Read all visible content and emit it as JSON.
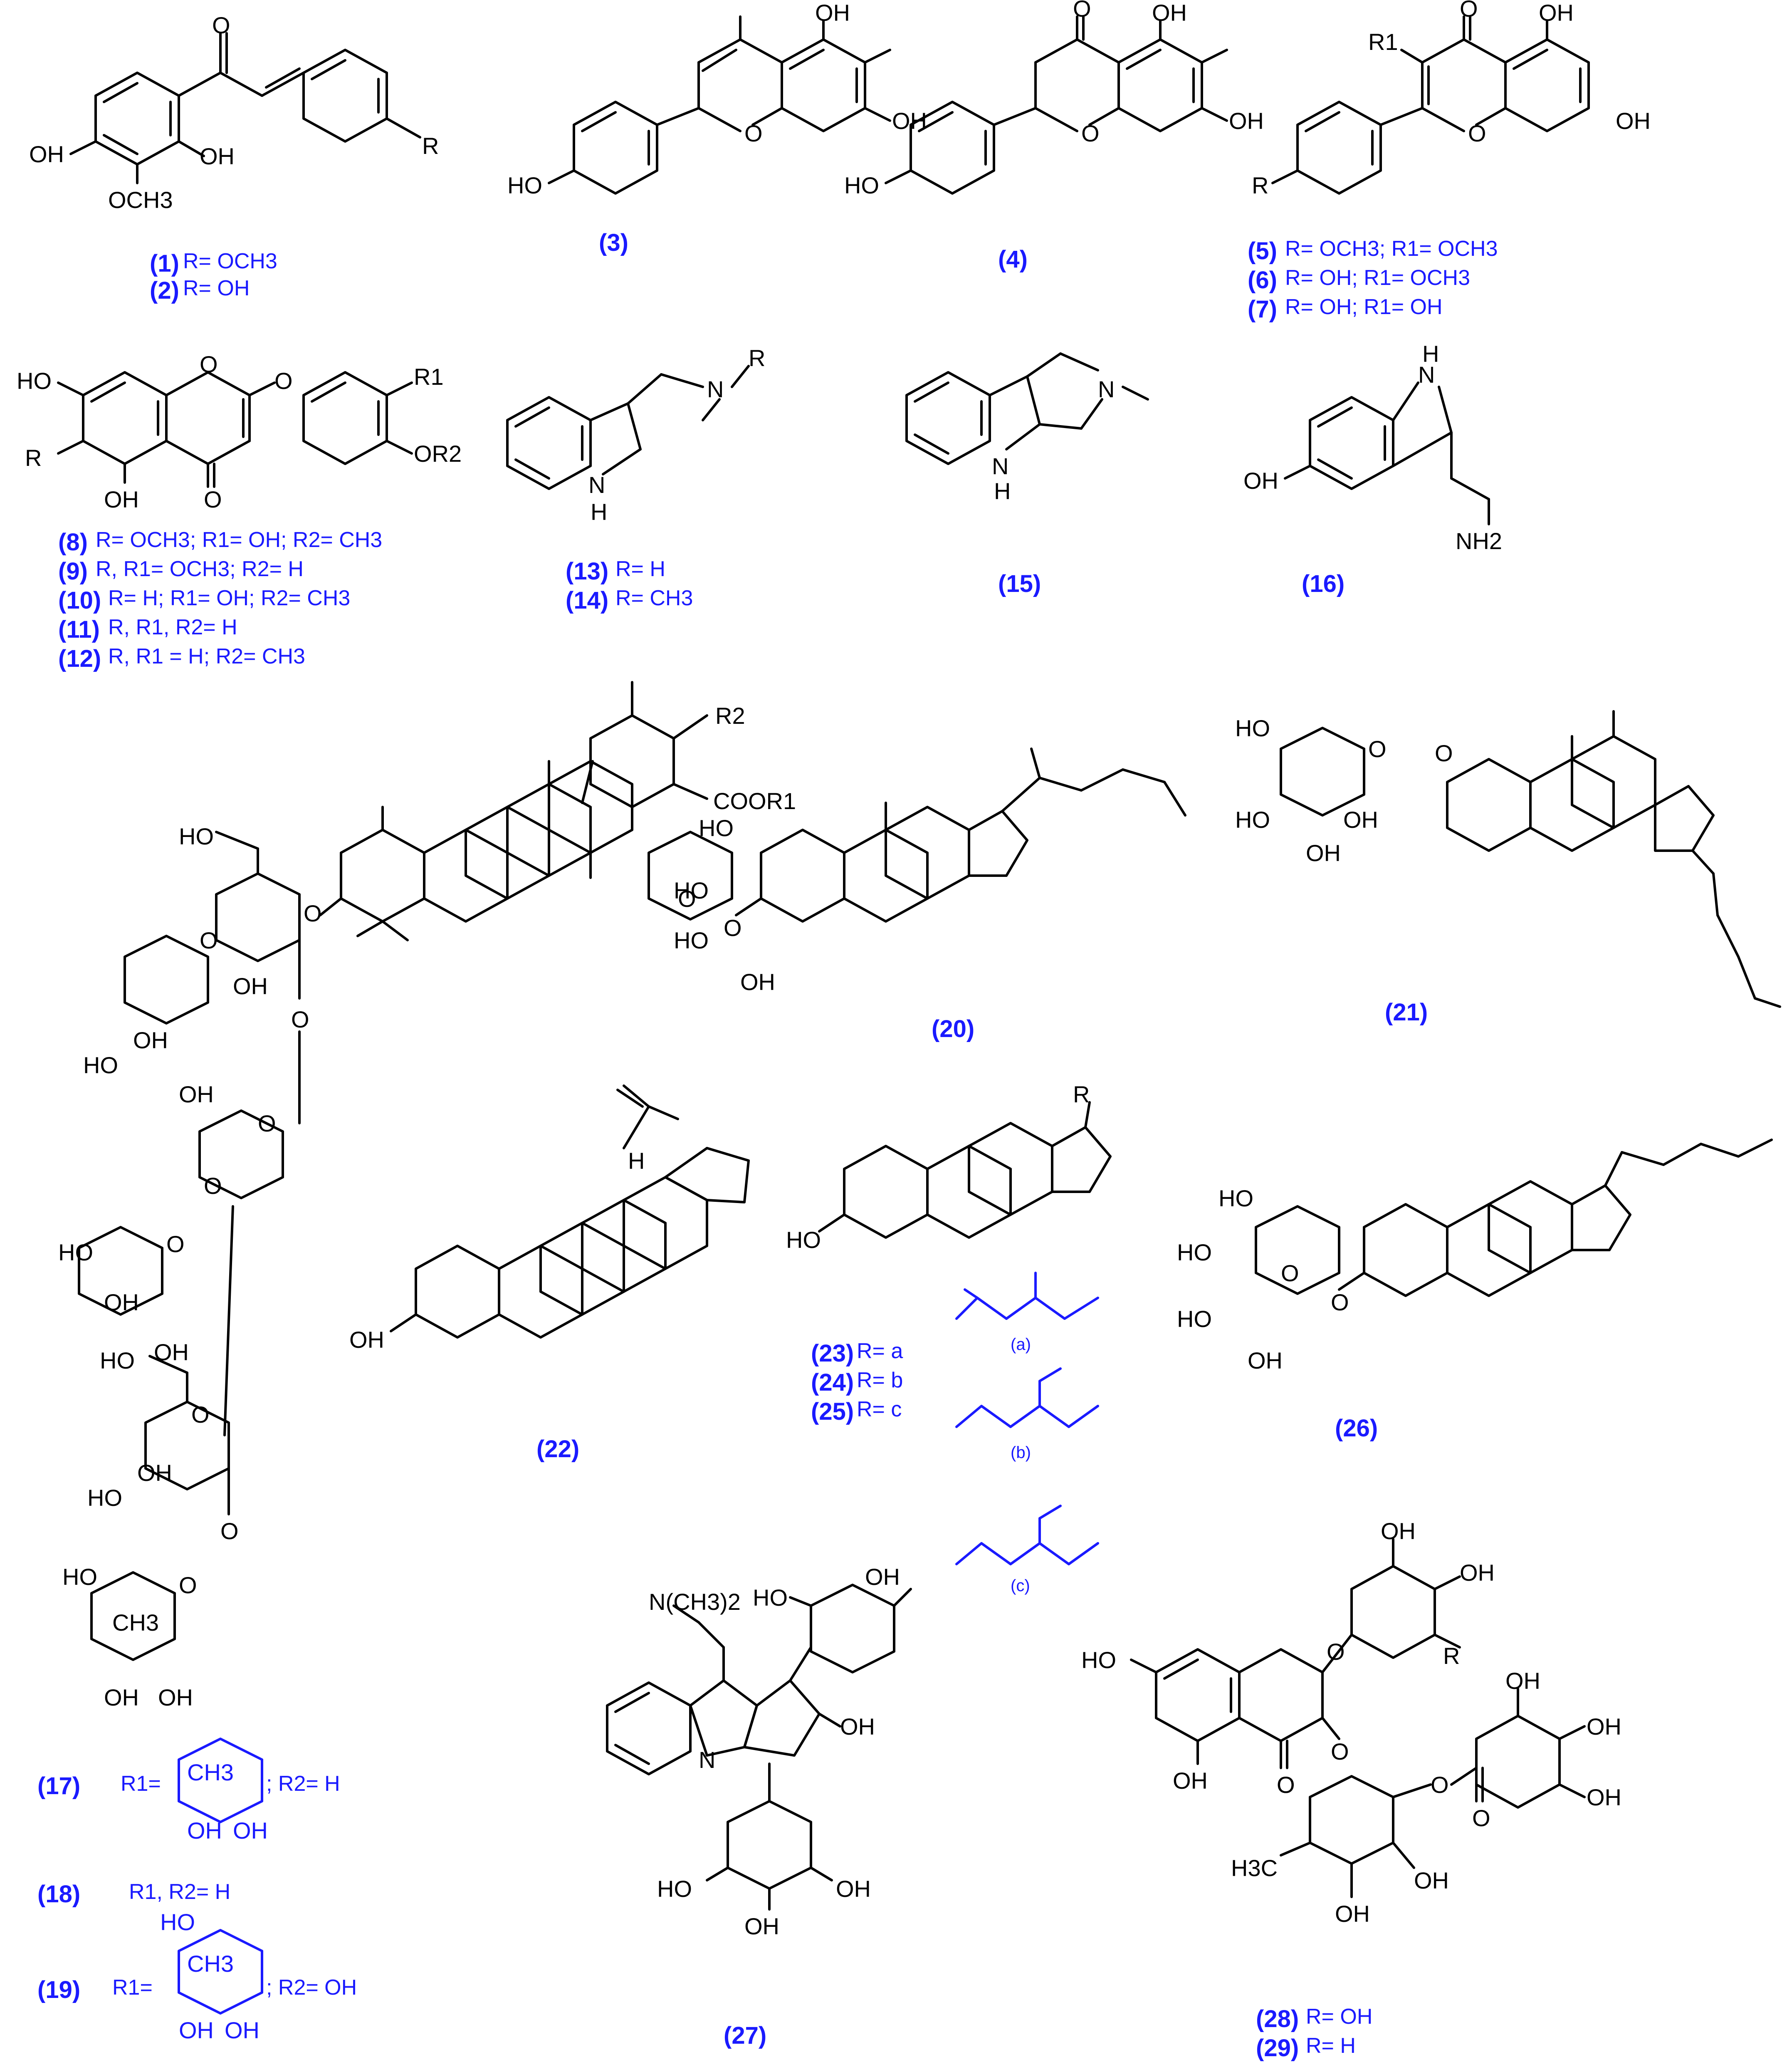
{
  "compounds": {
    "c1": {
      "id": "(1)",
      "sub": "R= OCH3",
      "grp": "OCH3",
      "R": "R",
      "OH1": "OH",
      "OH2": "OH"
    },
    "c2": {
      "id": "(2)",
      "sub": "R= OH"
    },
    "c3": {
      "id": "(3)",
      "OH1": "OH",
      "OH2": "OH",
      "OH3": "HO"
    },
    "c4": {
      "id": "(4)",
      "OH1": "OH",
      "OH2": "OH",
      "OH3": "HO"
    },
    "c5": {
      "id": "(5)",
      "sub": "R= OCH3; R1= OCH3",
      "R": "R",
      "R1": "R1"
    },
    "c6": {
      "id": "(6)",
      "sub": "R= OH; R1= OCH3"
    },
    "c7": {
      "id": "(7)",
      "sub": "R= OH; R1= OH"
    },
    "c8": {
      "id": "(8)",
      "sub": "R= OCH3; R1= OH; R2= CH3",
      "R": "R",
      "R1": "R1",
      "OR2": "OR2"
    },
    "c9": {
      "id": "(9)",
      "sub": "R, R1= OCH3; R2= H"
    },
    "c10": {
      "id": "(10)",
      "sub": "R= H; R1= OH; R2= CH3"
    },
    "c11": {
      "id": "(11)",
      "sub": "R, R1, R2= H"
    },
    "c12": {
      "id": "(12)",
      "sub": "R, R1 = H; R2= CH3"
    },
    "c13": {
      "id": "(13)",
      "sub": "R= H",
      "N": "N",
      "R": "R",
      "NH": "N",
      "H": "H"
    },
    "c14": {
      "id": "(14)",
      "sub": "R= CH3"
    },
    "c15": {
      "id": "(15)",
      "N": "N",
      "NH": "N",
      "H": "H"
    },
    "c16": {
      "id": "(16)",
      "NH": "N",
      "H": "H",
      "OH": "OH",
      "NH2": "NH2"
    },
    "c17": {
      "id": "(17)",
      "sub_a": "R1=",
      "sub_b": "; R2= H",
      "ch3": "CH3"
    },
    "c18": {
      "id": "(18)",
      "sub": "R1, R2= H"
    },
    "c19": {
      "id": "(19)",
      "sub_a": "R1=",
      "sub_b": "; R2= OH",
      "ch3": "CH3",
      "ho": "HO"
    },
    "c20": {
      "id": "(20)"
    },
    "c21": {
      "id": "(21)"
    },
    "c22": {
      "id": "(22)",
      "H": "H",
      "OH": "OH"
    },
    "c23": {
      "id": "(23)",
      "sub": "R= a",
      "side": "(a)"
    },
    "c24": {
      "id": "(24)",
      "sub": "R= b",
      "side": "(b)"
    },
    "c25": {
      "id": "(25)",
      "sub": "R= c",
      "side": "(c)"
    },
    "c26": {
      "id": "(26)"
    },
    "c27": {
      "id": "(27)",
      "amine": "N(CH3)2",
      "N": "N"
    },
    "c28": {
      "id": "(28)",
      "sub": "R= OH"
    },
    "c29": {
      "id": "(29)",
      "sub": "R= H"
    }
  },
  "atoms": {
    "OH": "OH",
    "HO": "HO",
    "O": "O",
    "R": "R",
    "R1": "R1",
    "R2": "R2",
    "COOR1": "COOR1",
    "CH3": "CH3",
    "H3C": "H3C",
    "N": "N",
    "H": "H"
  },
  "colors": {
    "label": "#1a1aff",
    "bond": "#000000",
    "accent_structure": "#1a1aff"
  }
}
